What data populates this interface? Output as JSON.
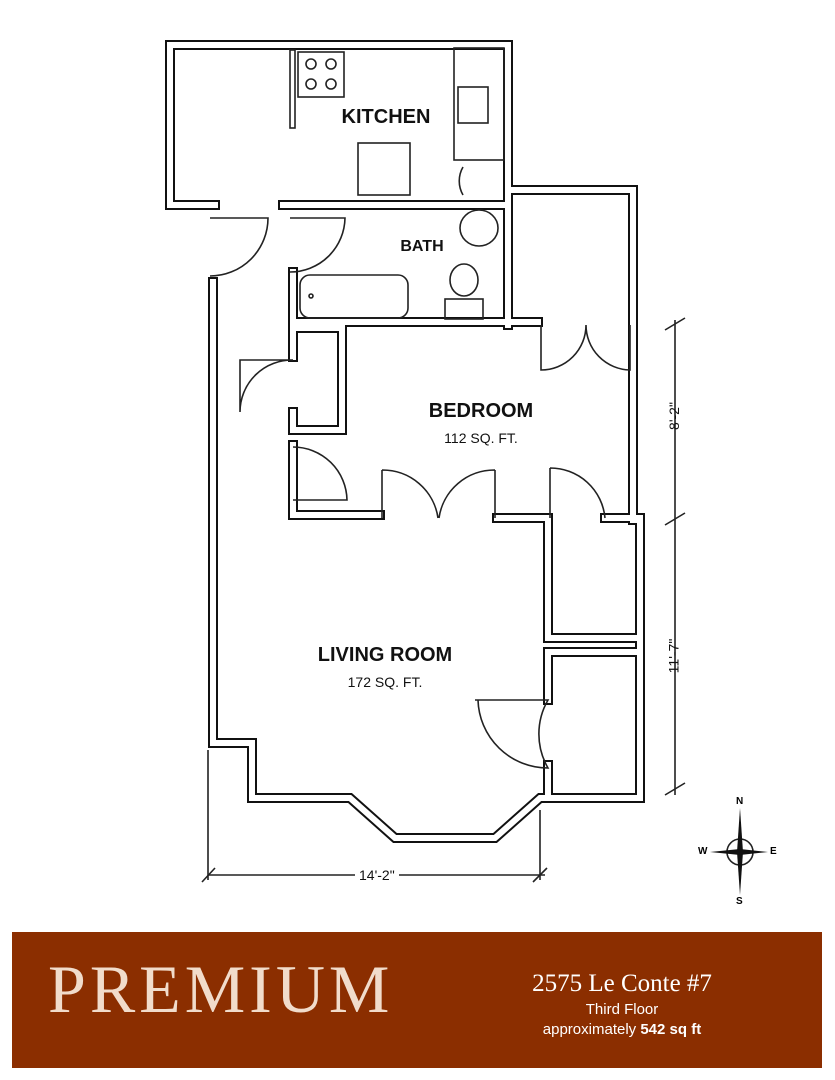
{
  "rooms": {
    "kitchen": {
      "label": "KITCHEN"
    },
    "bath": {
      "label": "BATH"
    },
    "bedroom": {
      "label": "BEDROOM",
      "area": "112 SQ. FT."
    },
    "living_room": {
      "label": "LIVING ROOM",
      "area": "172 SQ. FT."
    }
  },
  "dimensions": {
    "bedroom_depth": "8'-2\"",
    "living_depth": "11'-7\"",
    "width": "14'-2\""
  },
  "compass": {
    "n": "N",
    "s": "S",
    "e": "E",
    "w": "W"
  },
  "banner": {
    "tier": "PREMIUM",
    "address": "2575 Le Conte #7",
    "floor": "Third Floor",
    "size_prefix": "approximately",
    "size": "542 sq ft",
    "color": "#8b2e00"
  }
}
